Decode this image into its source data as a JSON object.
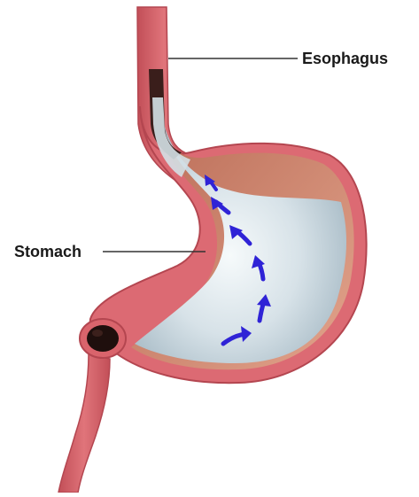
{
  "labels": {
    "esophagus": "Esophagus",
    "stomach": "Stomach"
  },
  "colors": {
    "tissue_outer": "#d9646c",
    "tissue_inner": "#f1a6a4",
    "lumen_dark": "#2b1715",
    "fluid_light": "#e8eff2",
    "fluid_mid": "#b7c8d2",
    "stomach_wall_inner": "#c77b63",
    "arrow": "#2f23d6",
    "leader_line": "#333333"
  },
  "arrows": {
    "count": 6,
    "direction": "upward along inner curve"
  }
}
